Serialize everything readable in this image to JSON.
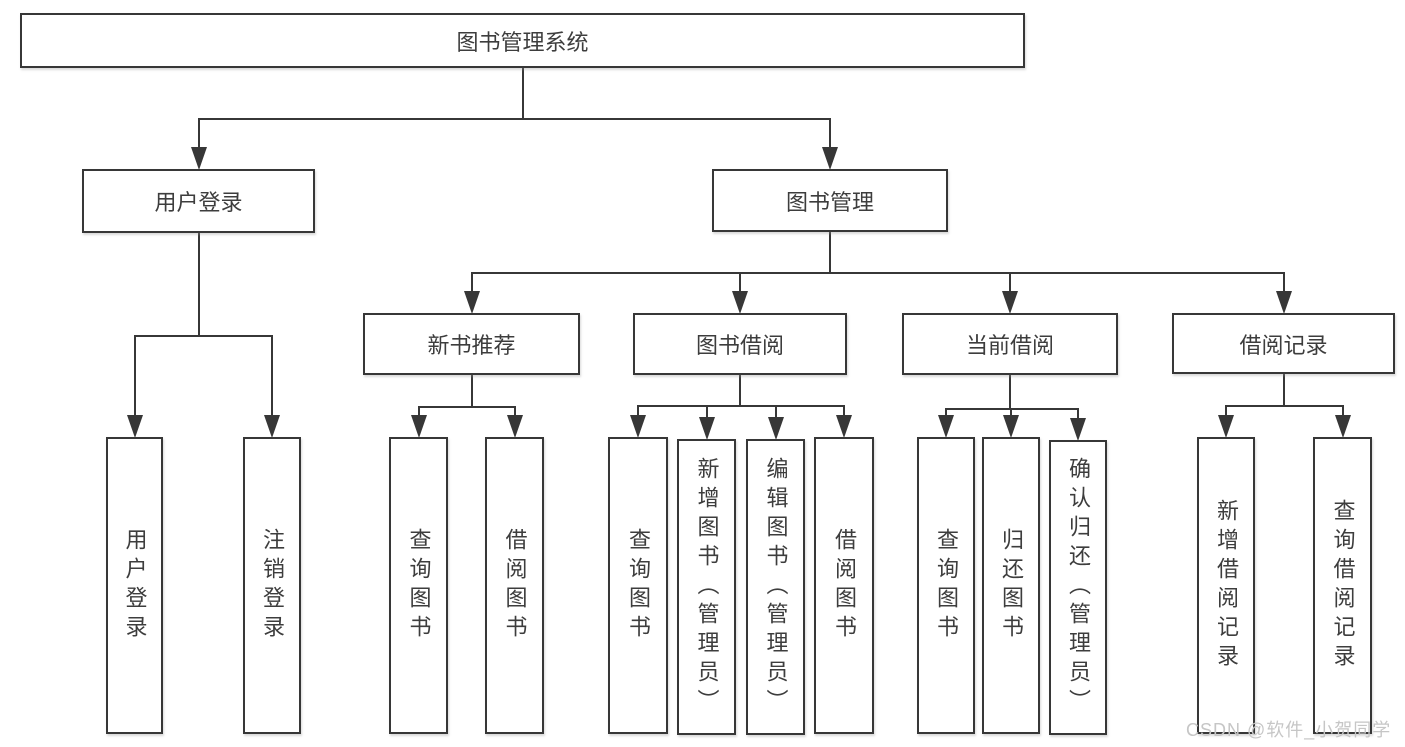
{
  "page": {
    "background": "#ffffff",
    "watermark": "CSDN @软件_小贺同学",
    "watermark_color": "#c6c6c6"
  },
  "diagram": {
    "type": "tree",
    "title": "图书管理系统",
    "line_color": "#373737",
    "box_fill": "#ffffff",
    "text_color": "#3d3d3d",
    "nodes": [
      {
        "id": "root",
        "label": "图书管理系统",
        "orientation": "horizontal",
        "level": 1
      },
      {
        "id": "login",
        "label": "用户登录",
        "orientation": "horizontal",
        "level": 2
      },
      {
        "id": "mgmt",
        "label": "图书管理",
        "orientation": "horizontal",
        "level": 2
      },
      {
        "id": "rec",
        "label": "新书推荐",
        "orientation": "horizontal",
        "level": 3
      },
      {
        "id": "borrow",
        "label": "图书借阅",
        "orientation": "horizontal",
        "level": 3
      },
      {
        "id": "current",
        "label": "当前借阅",
        "orientation": "horizontal",
        "level": 3
      },
      {
        "id": "record",
        "label": "借阅记录",
        "orientation": "horizontal",
        "level": 3
      },
      {
        "id": "u1",
        "label": "用户登录",
        "orientation": "vertical",
        "level": 4
      },
      {
        "id": "u2",
        "label": "注销登录",
        "orientation": "vertical",
        "level": 4
      },
      {
        "id": "r1",
        "label": "查询图书",
        "orientation": "vertical",
        "level": 4
      },
      {
        "id": "r2",
        "label": "借阅图书",
        "orientation": "vertical",
        "level": 4
      },
      {
        "id": "b1",
        "label": "查询图书",
        "orientation": "vertical",
        "level": 4
      },
      {
        "id": "b2",
        "label": "新增图书（管理员）",
        "orientation": "vertical",
        "level": 4
      },
      {
        "id": "b3",
        "label": "编辑图书（管理员）",
        "orientation": "vertical",
        "level": 4
      },
      {
        "id": "b4",
        "label": "借阅图书",
        "orientation": "vertical",
        "level": 4
      },
      {
        "id": "c1",
        "label": "查询图书",
        "orientation": "vertical",
        "level": 4
      },
      {
        "id": "c2",
        "label": "归还图书",
        "orientation": "vertical",
        "level": 4
      },
      {
        "id": "c3",
        "label": "确认归还（管理员）",
        "orientation": "vertical",
        "level": 4
      },
      {
        "id": "rc1",
        "label": "新增借阅记录",
        "orientation": "vertical",
        "level": 4
      },
      {
        "id": "rc2",
        "label": "查询借阅记录",
        "orientation": "vertical",
        "level": 4
      }
    ],
    "edges": [
      {
        "parent": "root",
        "children": [
          "login",
          "mgmt"
        ]
      },
      {
        "parent": "login",
        "children": [
          "u1",
          "u2"
        ]
      },
      {
        "parent": "mgmt",
        "children": [
          "rec",
          "borrow",
          "current",
          "record"
        ]
      },
      {
        "parent": "rec",
        "children": [
          "r1",
          "r2"
        ]
      },
      {
        "parent": "borrow",
        "children": [
          "b1",
          "b2",
          "b3",
          "b4"
        ]
      },
      {
        "parent": "current",
        "children": [
          "c1",
          "c2",
          "c3"
        ]
      },
      {
        "parent": "record",
        "children": [
          "rc1",
          "rc2"
        ]
      }
    ]
  }
}
